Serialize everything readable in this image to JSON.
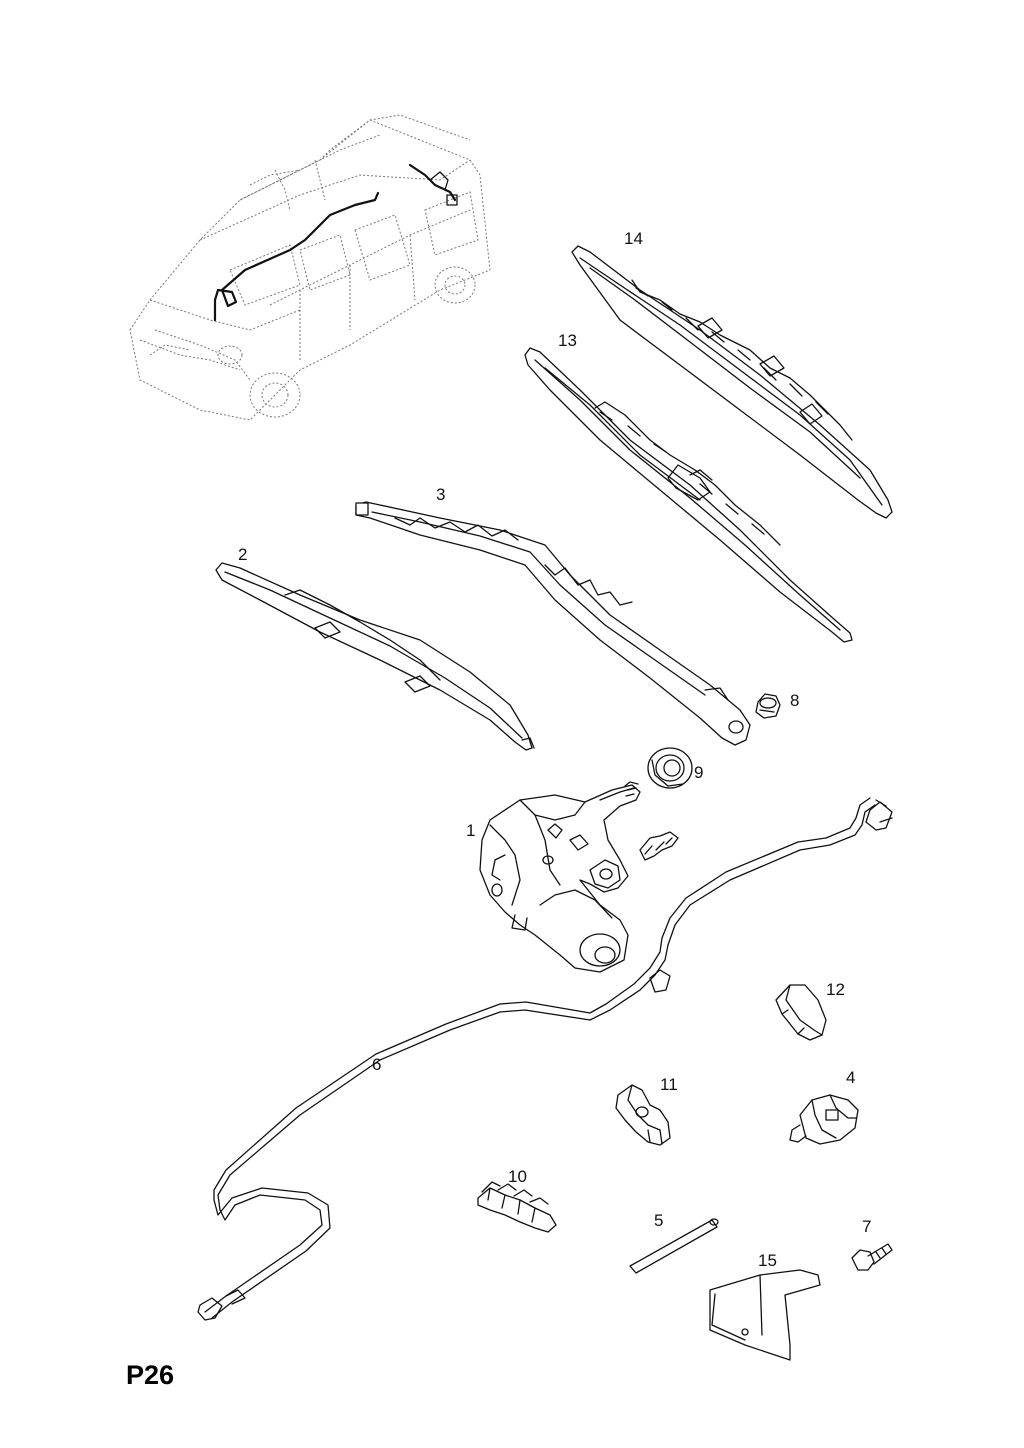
{
  "page": {
    "code": "P26"
  },
  "callouts": [
    "1",
    "2",
    "3",
    "4",
    "5",
    "6",
    "7",
    "8",
    "9",
    "10",
    "11",
    "12",
    "13",
    "14",
    "15"
  ],
  "parts": {
    "p1": "wiper-motor",
    "p2": "wiper-blade-rear",
    "p3": "wiper-arm",
    "p4": "washer-pump",
    "p5": "pin",
    "p6": "washer-hose",
    "p7": "bolt",
    "p8": "nut",
    "p9": "grommet",
    "p10": "clip-strip",
    "p11": "hose-clip",
    "p12": "clip",
    "p13": "wiper-blade",
    "p14": "wiper-blade",
    "p15": "bracket"
  }
}
